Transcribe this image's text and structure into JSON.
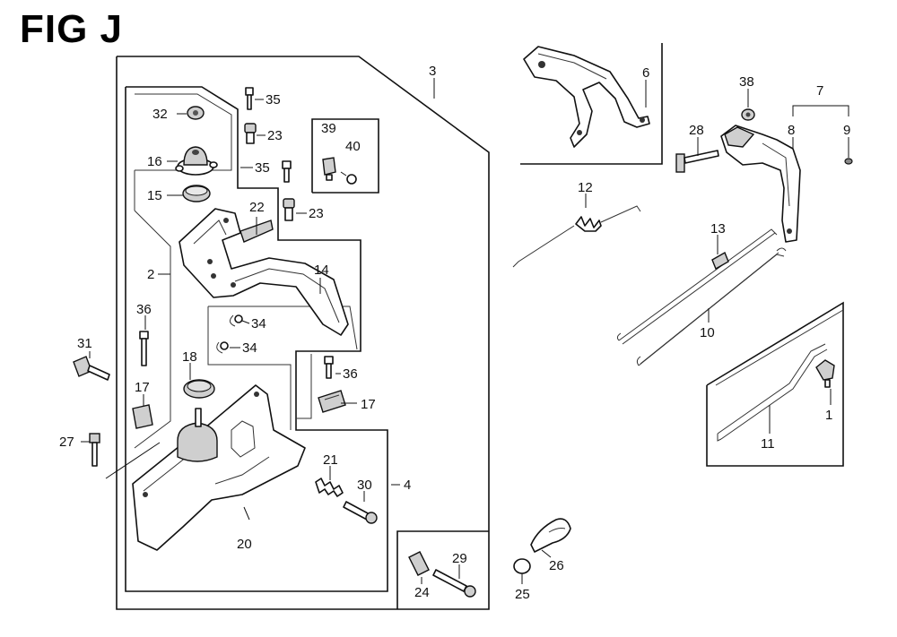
{
  "title": "FIG J",
  "callouts": [
    {
      "id": "c1",
      "text": "1"
    },
    {
      "id": "c2",
      "text": "2"
    },
    {
      "id": "c3",
      "text": "3"
    },
    {
      "id": "c4",
      "text": "4"
    },
    {
      "id": "c6",
      "text": "6"
    },
    {
      "id": "c7",
      "text": "7"
    },
    {
      "id": "c8",
      "text": "8"
    },
    {
      "id": "c9",
      "text": "9"
    },
    {
      "id": "c10",
      "text": "10"
    },
    {
      "id": "c11",
      "text": "11"
    },
    {
      "id": "c12",
      "text": "12"
    },
    {
      "id": "c13",
      "text": "13"
    },
    {
      "id": "c14",
      "text": "14"
    },
    {
      "id": "c15",
      "text": "15"
    },
    {
      "id": "c16",
      "text": "16"
    },
    {
      "id": "c17a",
      "text": "17"
    },
    {
      "id": "c17b",
      "text": "17"
    },
    {
      "id": "c18",
      "text": "18"
    },
    {
      "id": "c20",
      "text": "20"
    },
    {
      "id": "c21",
      "text": "21"
    },
    {
      "id": "c22",
      "text": "22"
    },
    {
      "id": "c23a",
      "text": "23"
    },
    {
      "id": "c23b",
      "text": "23"
    },
    {
      "id": "c24",
      "text": "24"
    },
    {
      "id": "c25",
      "text": "25"
    },
    {
      "id": "c26",
      "text": "26"
    },
    {
      "id": "c27",
      "text": "27"
    },
    {
      "id": "c28",
      "text": "28"
    },
    {
      "id": "c29",
      "text": "29"
    },
    {
      "id": "c30",
      "text": "30"
    },
    {
      "id": "c31",
      "text": "31"
    },
    {
      "id": "c32",
      "text": "32"
    },
    {
      "id": "c34a",
      "text": "34"
    },
    {
      "id": "c34b",
      "text": "34"
    },
    {
      "id": "c35a",
      "text": "35"
    },
    {
      "id": "c35b",
      "text": "35"
    },
    {
      "id": "c36a",
      "text": "36"
    },
    {
      "id": "c36b",
      "text": "36"
    },
    {
      "id": "c38",
      "text": "38"
    },
    {
      "id": "c39",
      "text": "39"
    },
    {
      "id": "c40",
      "text": "40"
    }
  ]
}
